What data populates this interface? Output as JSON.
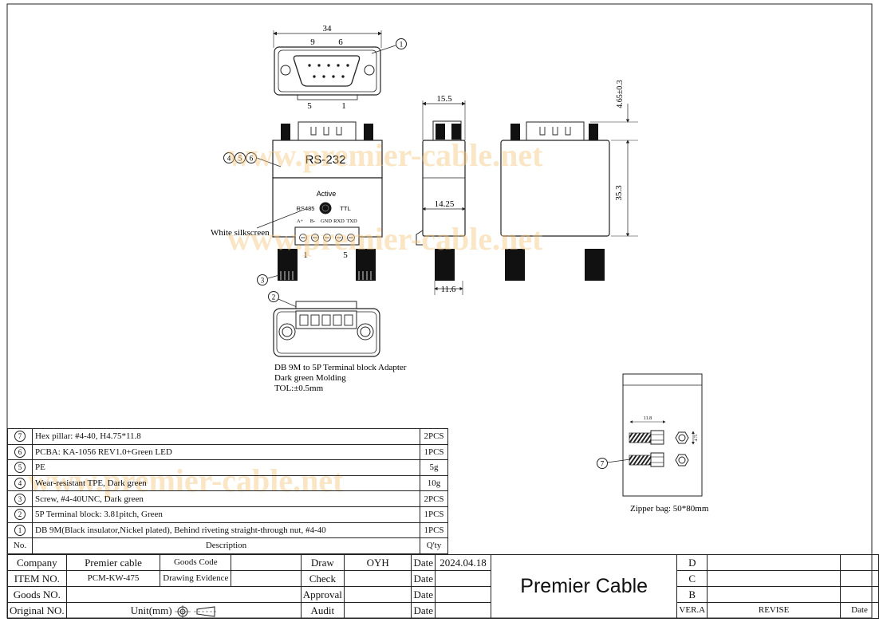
{
  "drawing": {
    "dims": {
      "top_width": "34",
      "pin_9": "9",
      "pin_6": "6",
      "pin_5": "5",
      "pin_1": "1",
      "side_width": "15.5",
      "side_depth": "14.25",
      "side_bottom": "11.6",
      "pin_height": "4.65±0.3",
      "body_height": "35.3",
      "term_1": "1",
      "term_5": "5",
      "bag_width": "11.8",
      "bag_h": "4.75"
    },
    "labels": {
      "rs232": "RS-232",
      "active": "Active",
      "rs485": "RS485",
      "ttl": "TTL",
      "pins": [
        "A+",
        "B-",
        "GND",
        "RXD",
        "TXD"
      ],
      "white_silkscreen": "White silkscreen",
      "callout_1": "1",
      "callout_2": "2",
      "callout_3": "3",
      "callout_456": [
        "4",
        "5",
        "6"
      ],
      "callout_7": "7"
    },
    "notes": [
      "DB 9M to 5P Terminal block Adapter",
      "Dark green Molding",
      "TOL:±0.5mm"
    ],
    "zipper_bag": "Zipper bag: 50*80mm",
    "watermark": "www.premier-cable.net"
  },
  "parts": [
    {
      "no": "7",
      "desc": "Hex pillar: #4-40, H4.75*11.8",
      "qty": "2PCS"
    },
    {
      "no": "6",
      "desc": "PCBA: KA-1056 REV1.0+Green LED",
      "qty": "1PCS"
    },
    {
      "no": "5",
      "desc": "PE",
      "qty": "5g"
    },
    {
      "no": "4",
      "desc": "Wear-resistant TPE, Dark green",
      "qty": "10g"
    },
    {
      "no": "3",
      "desc": "Screw, #4-40UNC, Dark green",
      "qty": "2PCS"
    },
    {
      "no": "2",
      "desc": "5P Terminal block: 3.81pitch, Green",
      "qty": "1PCS"
    },
    {
      "no": "1",
      "desc": "DB 9M(Black insulator,Nickel plated), Behind riveting straight-through nut, #4-40",
      "qty": "1PCS"
    }
  ],
  "parts_header": {
    "no": "No.",
    "desc": "Description",
    "qty": "Q'ty"
  },
  "title_block": {
    "company_label": "Company",
    "company_value": "Premier cable",
    "goods_code_label": "Goods Code",
    "item_label": "ITEM NO.",
    "item_value": "PCM-KW-475",
    "drawing_evidence_label": "Drawing Evidence",
    "goods_no_label": "Goods NO.",
    "original_label": "Original NO.",
    "unit_label": "Unit(mm)",
    "draw_label": "Draw",
    "draw_value": "OYH",
    "check_label": "Check",
    "approval_label": "Approval",
    "audit_label": "Audit",
    "date_label": "Date",
    "date_value": "2024.04.18",
    "brand": "Premier Cable",
    "rev_d": "D",
    "rev_c": "C",
    "rev_b": "B",
    "ver_label": "VER.A",
    "revise_label": "REVISE",
    "rev_date_label": "Date"
  }
}
